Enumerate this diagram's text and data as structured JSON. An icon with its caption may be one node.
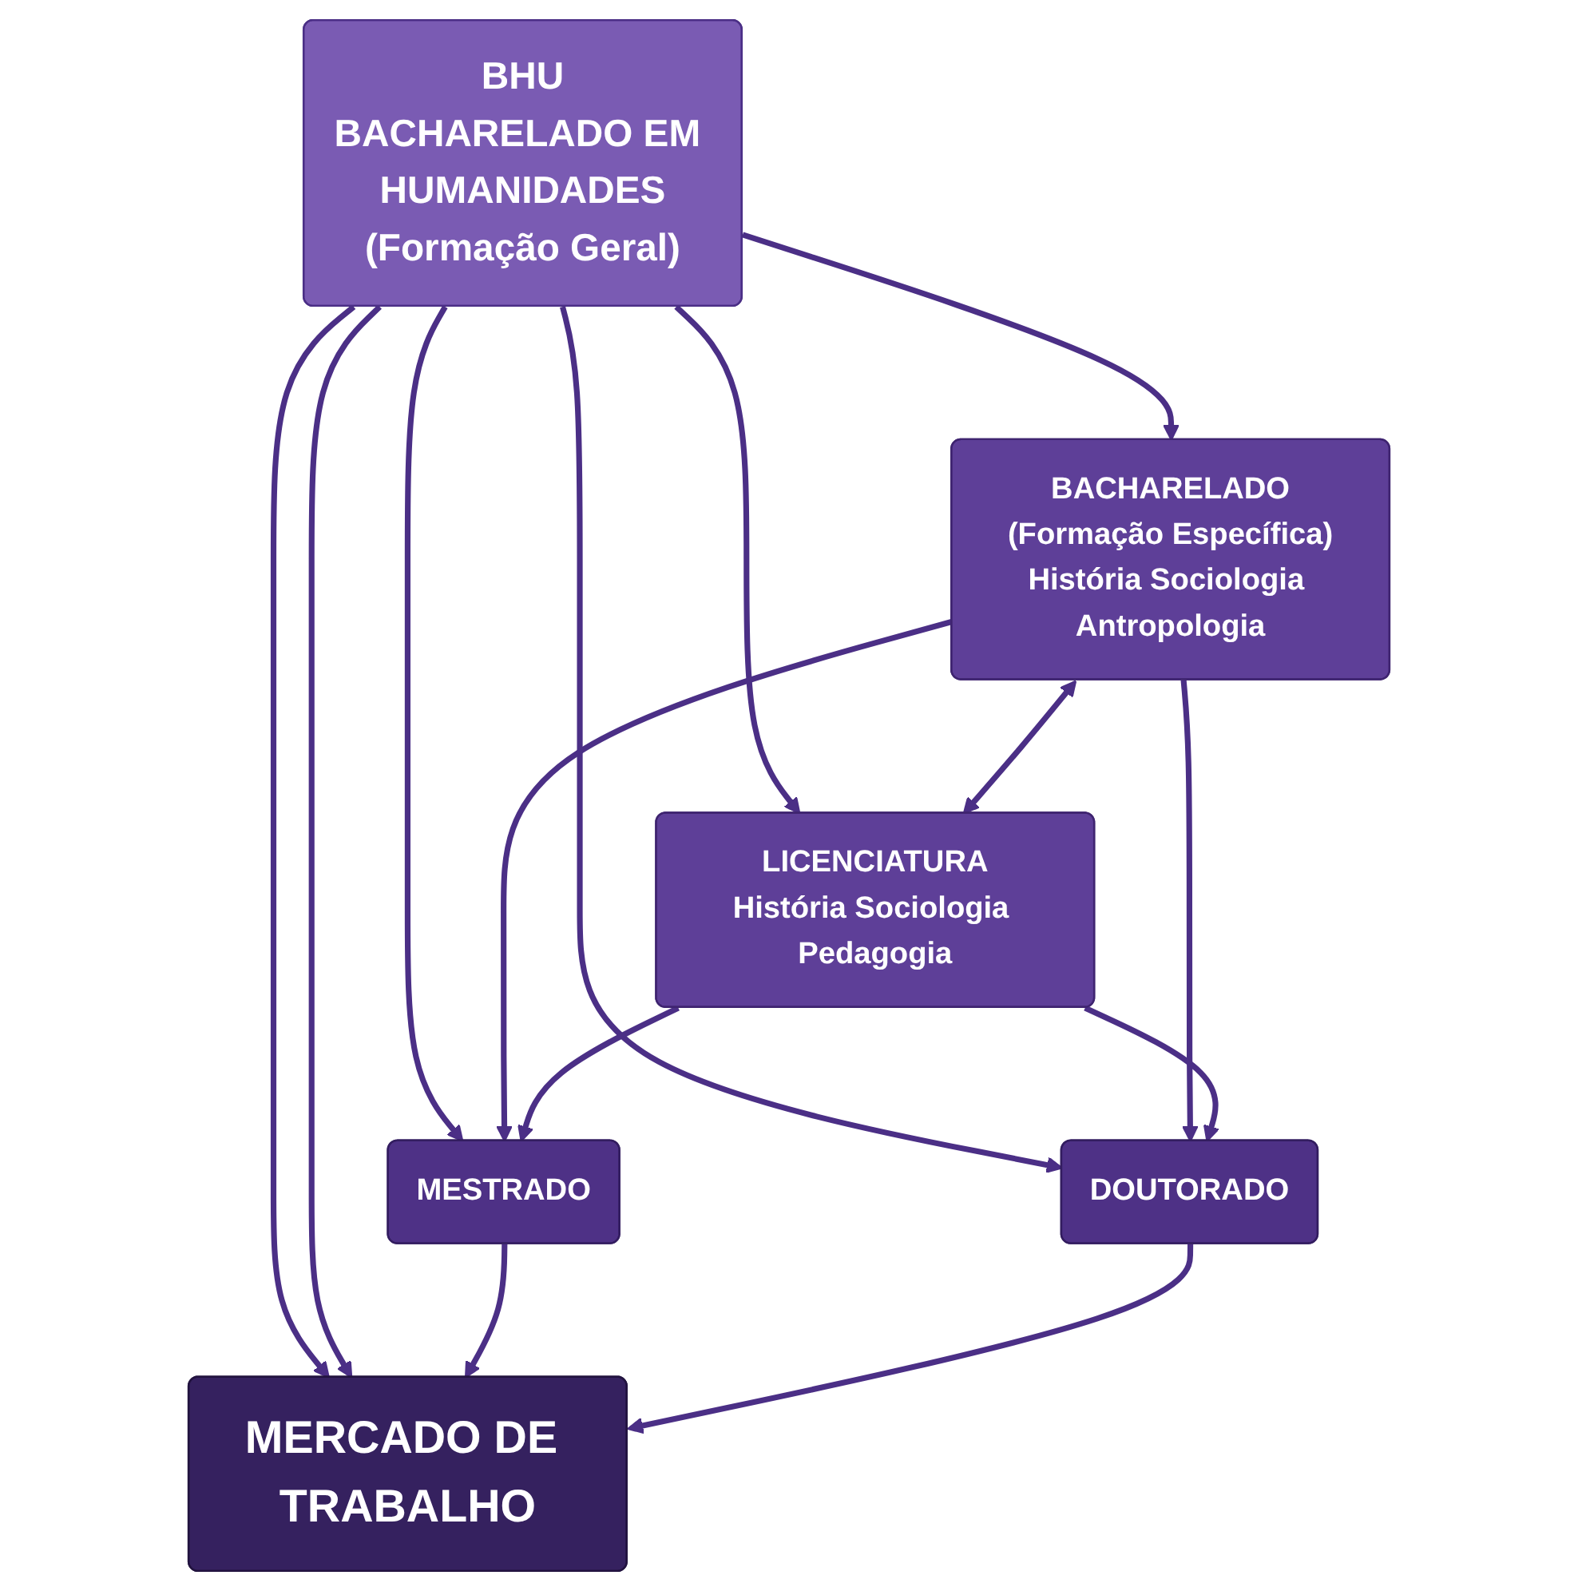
{
  "diagram": {
    "nodes": [
      {
        "text": [
          "BHU",
          "BACHARELADO EM HUMANIDADES",
          "(Formação Geral)"
        ]
      },
      {
        "text": [
          "BACHARELADO",
          "(Formação Específica)",
          "História Sociologia Antropologia"
        ]
      },
      {
        "text": [
          "LICENCIATURA",
          "História Sociologia Pedagogia"
        ]
      },
      {
        "text": [
          "MESTRADO"
        ]
      },
      {
        "text": [
          "DOUTORADO"
        ]
      },
      {
        "text": [
          "MERCADO DE TRABALHO"
        ]
      }
    ],
    "edges": [
      {
        "from": 0,
        "to": 1,
        "arrow": "to"
      },
      {
        "from": 0,
        "to": 3,
        "arrow": "to"
      },
      {
        "from": 0,
        "to": 5,
        "arrow": "to"
      },
      {
        "from": 0,
        "to": 2,
        "arrow": "to"
      },
      {
        "from": 0,
        "to": 4,
        "arrow": "to"
      },
      {
        "from": 0,
        "to": 5,
        "arrow": "to"
      },
      {
        "from": 1,
        "to": 2,
        "arrow": "both"
      },
      {
        "from": 1,
        "to": 3,
        "arrow": "to"
      },
      {
        "from": 1,
        "to": 4,
        "arrow": "to"
      },
      {
        "from": 2,
        "to": 3,
        "arrow": "to"
      },
      {
        "from": 2,
        "to": 4,
        "arrow": "to"
      },
      {
        "from": 3,
        "to": 5,
        "arrow": "to"
      },
      {
        "from": 4,
        "to": 5,
        "arrow": "to"
      }
    ]
  }
}
